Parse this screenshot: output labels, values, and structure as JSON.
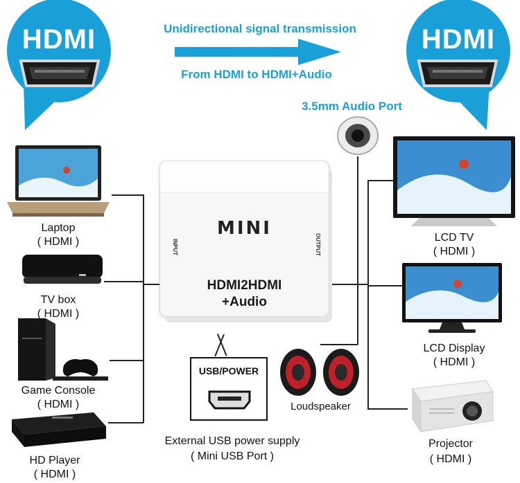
{
  "header": {
    "left_bubble_title": "HDMI",
    "right_bubble_title": "HDMI",
    "direction_text": "Unidirectional signal transmission",
    "conversion_text": "From HDMI to HDMI+Audio",
    "audio_port_label": "3.5mm Audio Port"
  },
  "converter": {
    "brand": "MINI",
    "model_line1": "HDMI2HDMI",
    "model_line2": "+Audio",
    "input_label": "INPUT",
    "output_label": "OUTPUT"
  },
  "usb": {
    "box_title": "USB/POWER",
    "caption_line1": "External USB power supply",
    "caption_line2": "( Mini USB Port )"
  },
  "speaker": {
    "label": "Loudspeaker"
  },
  "sources": [
    {
      "name": "Laptop",
      "port": "( HDMI )"
    },
    {
      "name": "TV box",
      "port": "( HDMI )"
    },
    {
      "name": "Game Console",
      "port": "( HDMI )"
    },
    {
      "name": "HD Player",
      "port": "( HDMI )"
    }
  ],
  "outputs": [
    {
      "name": "LCD TV",
      "port": "( HDMI )"
    },
    {
      "name": "LCD Display",
      "port": "( HDMI )"
    },
    {
      "name": "Projector",
      "port": "( HDMI )"
    }
  ],
  "colors": {
    "brand_blue": "#1aa0d8",
    "line": "#222222"
  }
}
